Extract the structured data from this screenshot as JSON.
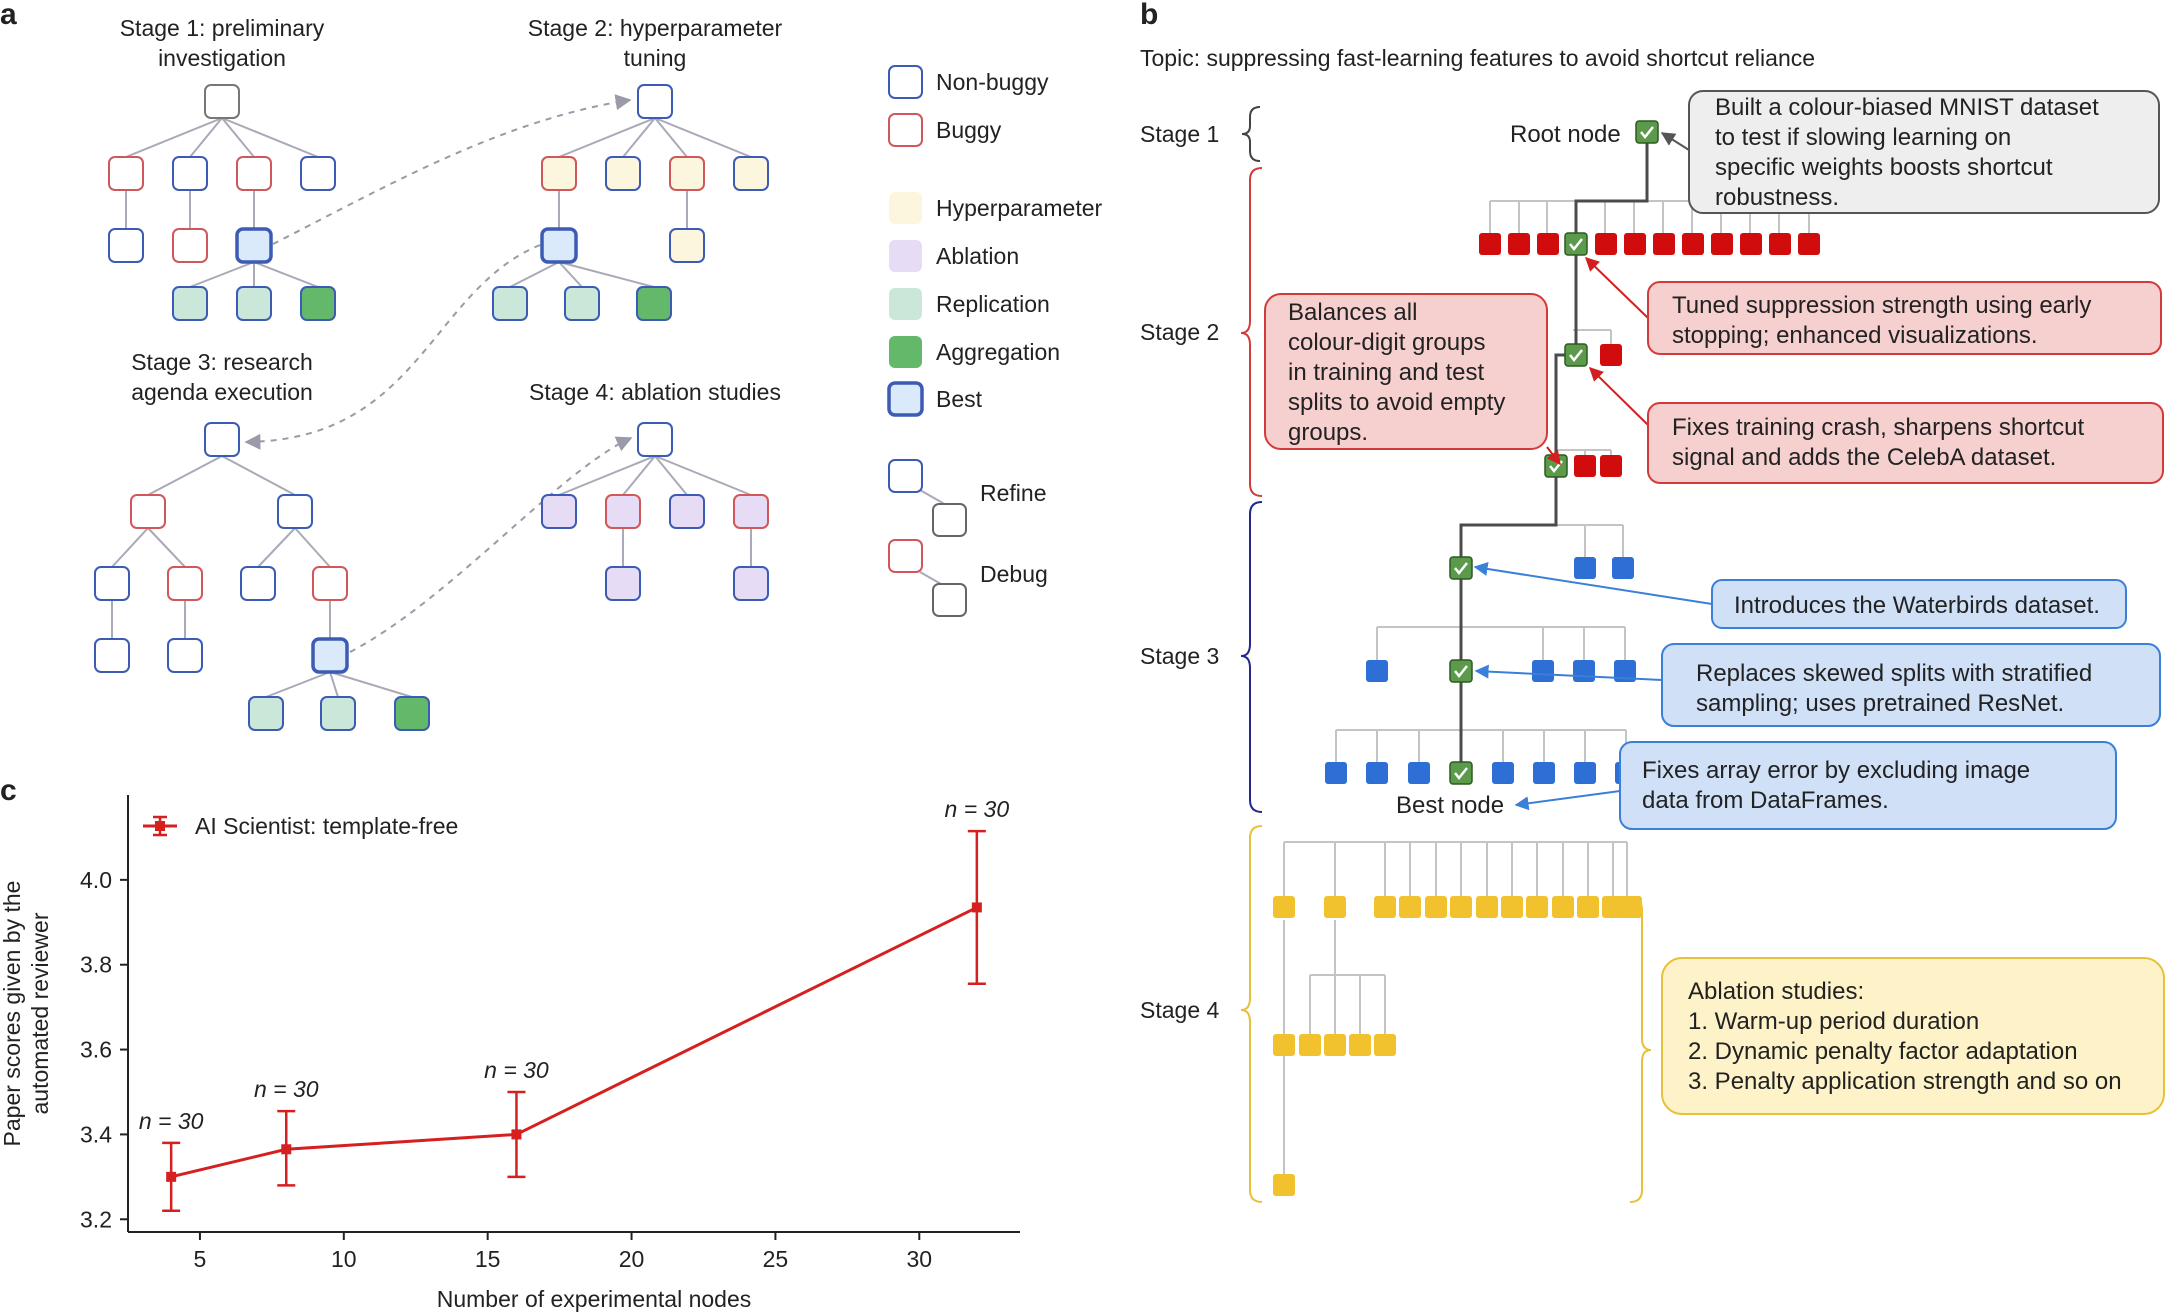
{
  "panel_a": {
    "letter": "a",
    "stage1": [
      "Stage 1: preliminary",
      "investigation"
    ],
    "stage2": [
      "Stage 2: hyperparameter",
      "tuning"
    ],
    "stage3": [
      "Stage 3: research",
      "agenda execution"
    ],
    "stage4": "Stage 4: ablation studies",
    "legend": {
      "non_buggy": "Non-buggy",
      "buggy": "Buggy",
      "hyperparameter": "Hyperparameter",
      "ablation": "Ablation",
      "replication": "Replication",
      "aggregation": "Aggregation",
      "best": "Best",
      "refine": "Refine",
      "debug": "Debug"
    }
  },
  "panel_b": {
    "letter": "b",
    "topic": "Topic: suppressing fast-learning features to avoid shortcut reliance",
    "stages": [
      "Stage 1",
      "Stage 2",
      "Stage 3",
      "Stage 4"
    ],
    "root_node": "Root node",
    "best_node": "Best node",
    "annotations": {
      "root": [
        "Built a colour-biased MNIST dataset",
        "to test if slowing learning on",
        "specific weights boosts shortcut",
        "robustness."
      ],
      "tuned": [
        "Tuned suppression strength using early",
        "stopping; enhanced visualizations."
      ],
      "fixes_crash": [
        "Fixes training crash, sharpens shortcut",
        "signal and adds the CelebA dataset."
      ],
      "balances": [
        "Balances all",
        "colour-digit groups",
        "in training and test",
        "splits to avoid empty",
        "groups."
      ],
      "waterbirds": [
        "Introduces the Waterbirds dataset."
      ],
      "stratified": [
        "Replaces skewed splits with stratified",
        "sampling; uses pretrained ResNet."
      ],
      "array_error": [
        "Fixes array error by excluding image",
        "data from DataFrames."
      ],
      "ablation": [
        "Ablation studies:",
        "1. Warm-up period duration",
        "2. Dynamic penalty factor adaptation",
        "3. Penalty application strength and so on"
      ]
    },
    "colors": {
      "buggy_node": "#d10c0c",
      "stage3_node": "#2e6fd6",
      "stage4_node": "#f2c12e",
      "success_node": "#5a9a4a"
    }
  },
  "panel_c": {
    "letter": "c"
  },
  "chart_data": {
    "type": "line",
    "xlabel": "Number of experimental nodes",
    "ylabel": [
      "Paper scores given by the",
      "automated reviewer"
    ],
    "xlim": [
      2.5,
      33.5
    ],
    "ylim": [
      3.17,
      4.2
    ],
    "xticks": [
      5,
      10,
      15,
      20,
      25,
      30
    ],
    "yticks": [
      3.2,
      3.4,
      3.6,
      3.8,
      4.0
    ],
    "ytick_labels": [
      "3.2",
      "3.4",
      "3.6",
      "3.8",
      "4.0"
    ],
    "legend_position": "top-left",
    "grid": false,
    "series": [
      {
        "name": "AI Scientist: template-free",
        "color": "#d61f1f",
        "x": [
          4,
          8,
          16,
          32
        ],
        "y": [
          3.3,
          3.365,
          3.4,
          3.935
        ],
        "err_low": [
          3.22,
          3.28,
          3.3,
          3.755
        ],
        "err_high": [
          3.38,
          3.455,
          3.5,
          4.115
        ],
        "labels": [
          "n = 30",
          "n = 30",
          "n = 30",
          "n = 30"
        ]
      }
    ]
  }
}
